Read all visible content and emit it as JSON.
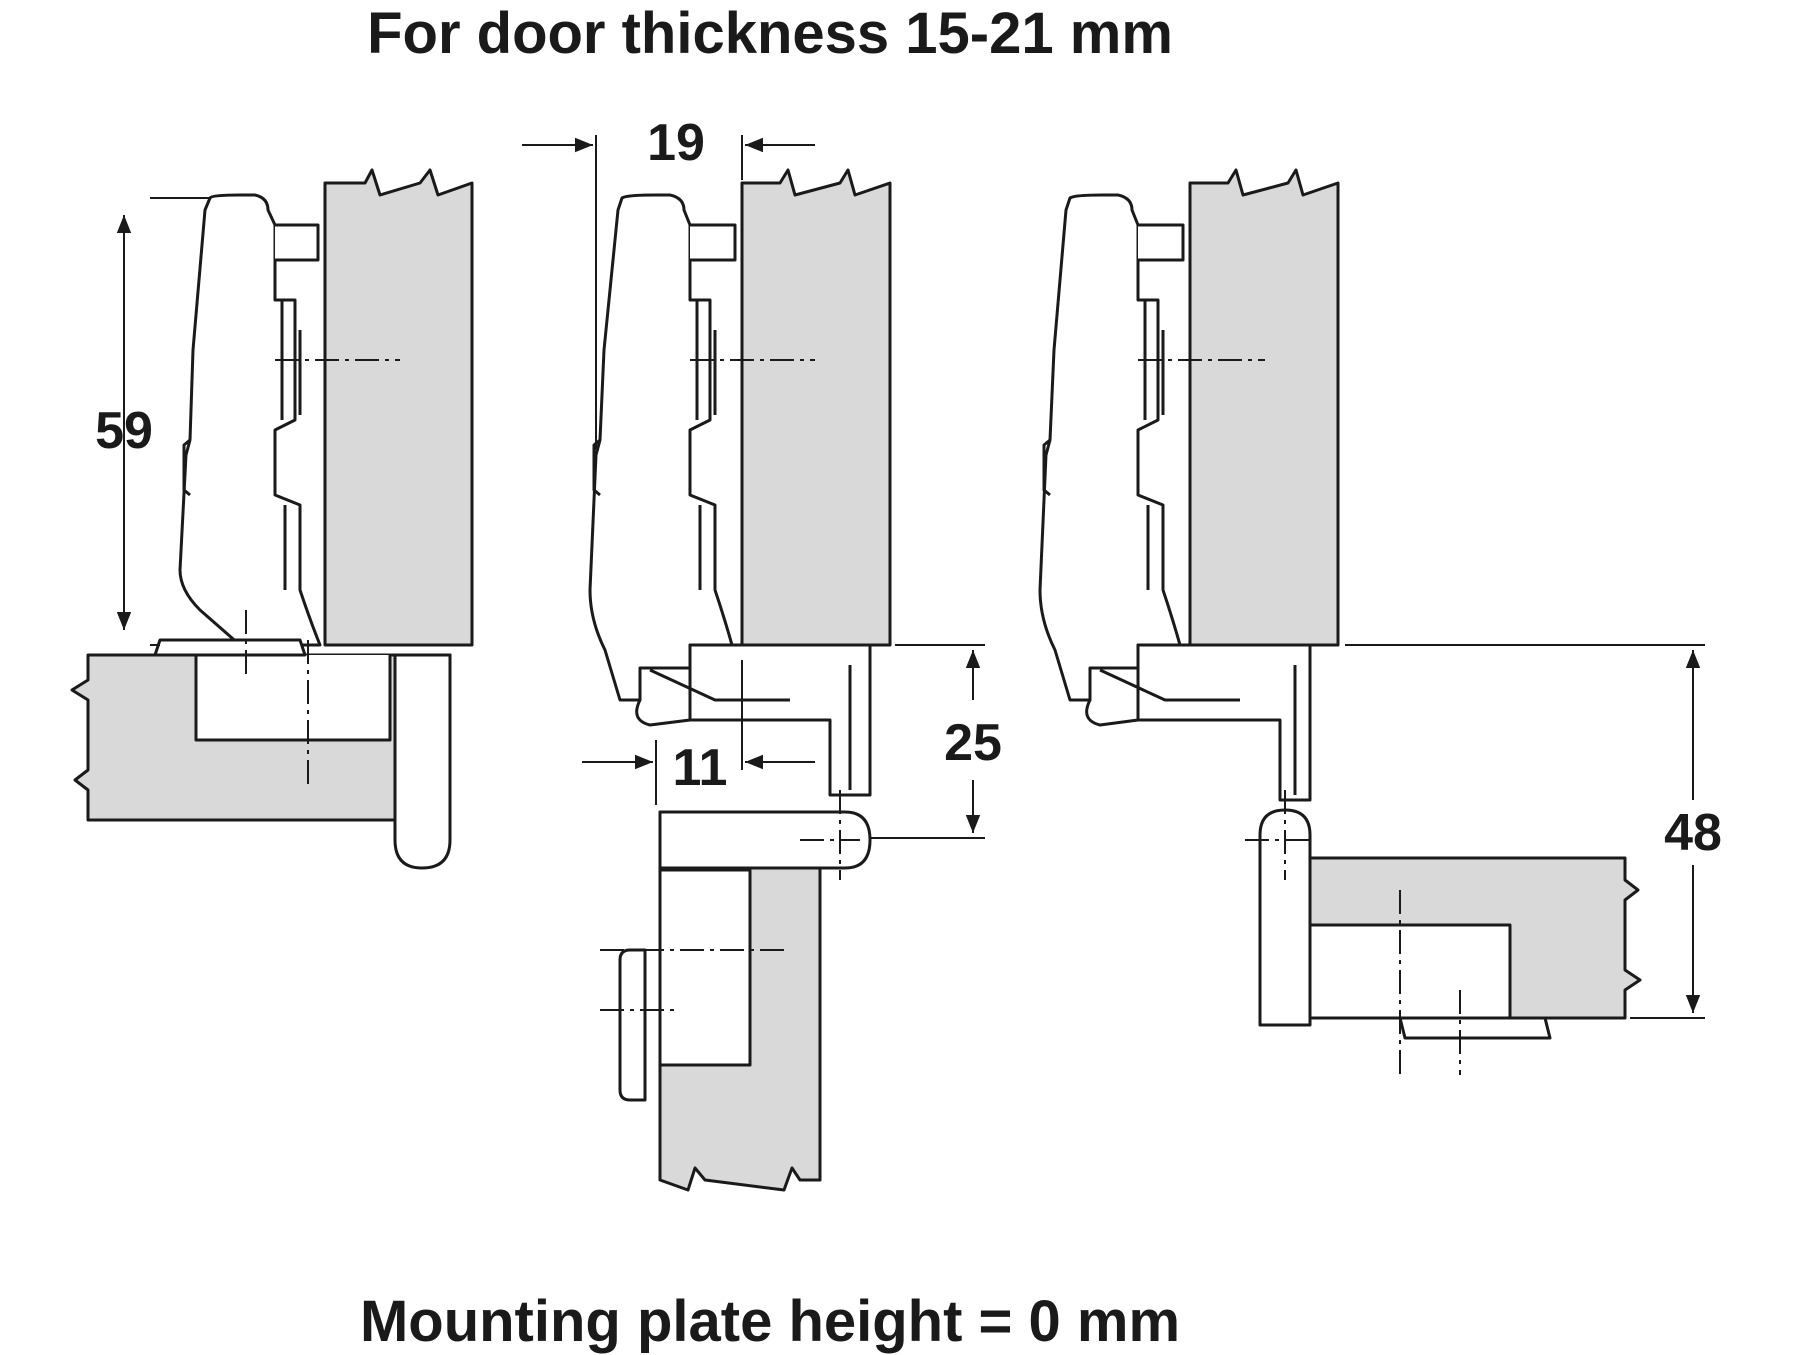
{
  "diagram": {
    "title": "For door thickness 15-21 mm",
    "footer": "Mounting plate height = 0 mm",
    "dimensions": {
      "height": "59",
      "overlay": "19",
      "offset": "11",
      "gap_small": "25",
      "gap_large": "48"
    },
    "colors": {
      "panel_fill": "#d9d9d9",
      "line": "#1a1a1a",
      "background": "#ffffff"
    }
  }
}
